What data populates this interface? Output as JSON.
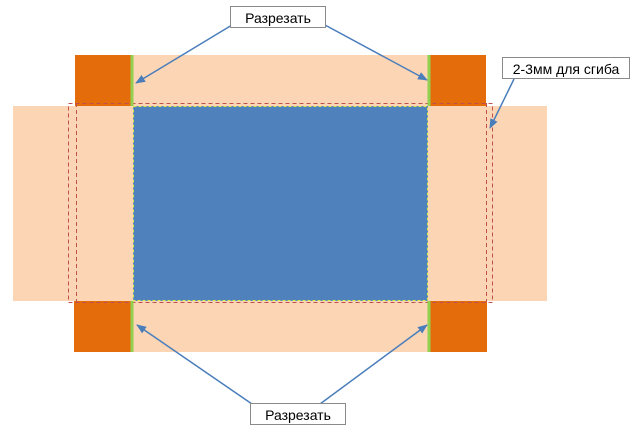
{
  "labels": {
    "cut_top": "Разрезать",
    "cut_bottom": "Разрезать",
    "fold_gap": "2-3мм для сгиба"
  },
  "colors": {
    "flap": "#fcd5b5",
    "corner": "#e46c0a",
    "base": "#4f81bd",
    "cut_line": "#92d050",
    "fold_line": "#c0504d",
    "base_outline": "#d8e84a",
    "arrow": "#4a7ebb",
    "callout_border": "#8a8a8a"
  }
}
